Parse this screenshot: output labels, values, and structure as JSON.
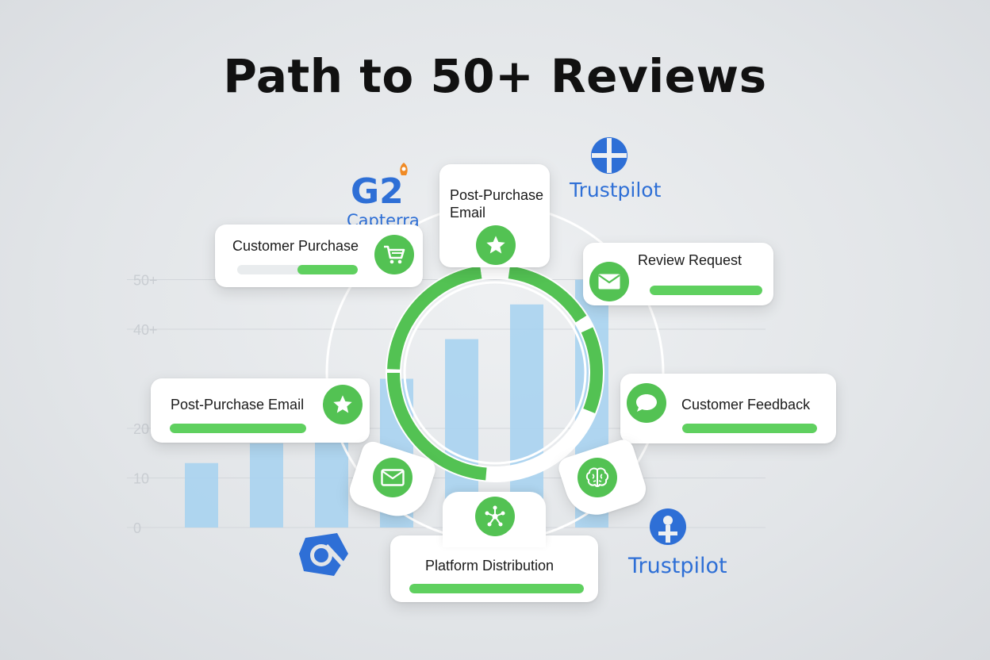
{
  "title": "Path to 50+ Reviews",
  "axis": {
    "ticks": [
      "0",
      "10",
      "20",
      "40+",
      "50+"
    ]
  },
  "chart_data": {
    "type": "bar",
    "ylabels": [
      "0",
      "10",
      "20",
      "40+",
      "50+"
    ],
    "values": [
      13,
      17,
      18,
      30,
      38,
      45,
      50
    ]
  },
  "steps": {
    "customer_purchase": {
      "label": "Customer Purchase",
      "progress": 0.5,
      "icon": "shopping-cart-icon"
    },
    "post_purchase_email_top": {
      "label": "Post-Purchase\nEmail",
      "icon": "star-icon"
    },
    "review_request": {
      "label": "Review Request",
      "progress": 1.0,
      "icon": "envelope-icon"
    },
    "post_purchase_email_left": {
      "label": "Post-Purchase Email",
      "progress": 1.0,
      "icon": "star-icon"
    },
    "customer_feedback": {
      "label": "Customer Feedback",
      "progress": 1.0,
      "icon": "chat-bubble-icon"
    },
    "platform_distribution": {
      "label": "Platform Distribution",
      "progress": 1.0,
      "icon": "network-icon"
    }
  },
  "brands": {
    "g2": "G2",
    "capterra": "Capterra",
    "trustpilot_top": "Trustpilot",
    "trustpilot_bottom": "Trustpilot"
  },
  "colors": {
    "accent": "#53c253",
    "bar": "#a9d3ef",
    "brand": "#2e6fd6"
  }
}
